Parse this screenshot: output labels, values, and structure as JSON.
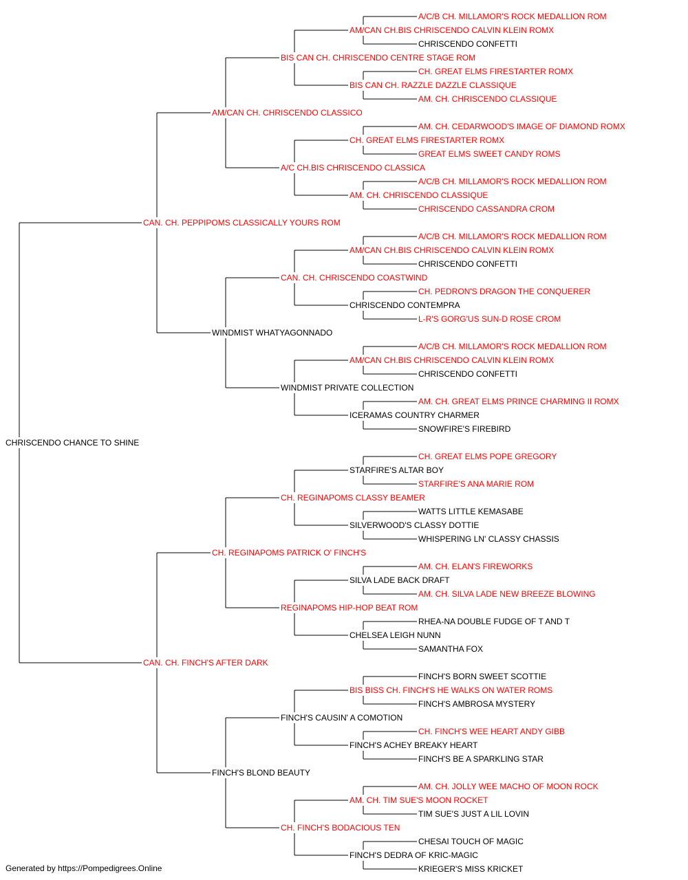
{
  "colors": {
    "champion": "#ff0000",
    "normal": "#000000",
    "line": "#000000"
  },
  "pedigree": {
    "name": "CHRISCENDO CHANCE TO SHINE",
    "ch": false,
    "sire": {
      "name": "CAN. CH. PEPPIPOMS CLASSICALLY YOURS ROM",
      "ch": true,
      "sire": {
        "name": "AM/CAN CH. CHRISCENDO CLASSICO",
        "ch": true,
        "sire": {
          "name": "BIS CAN CH. CHRISCENDO CENTRE STAGE ROM",
          "ch": true,
          "sire": {
            "name": "AM/CAN CH.BIS CHRISCENDO CALVIN KLEIN ROMX",
            "ch": true,
            "sire": {
              "name": "A/C/B CH. MILLAMOR'S ROCK MEDALLION ROM",
              "ch": true
            },
            "dam": {
              "name": "CHRISCENDO CONFETTI",
              "ch": false
            }
          },
          "dam": {
            "name": "BIS CAN CH. RAZZLE DAZZLE CLASSIQUE",
            "ch": true,
            "sire": {
              "name": "CH. GREAT ELMS FIRESTARTER ROMX",
              "ch": true
            },
            "dam": {
              "name": "AM. CH. CHRISCENDO CLASSIQUE",
              "ch": true
            }
          }
        },
        "dam": {
          "name": "A/C CH.BIS CHRISCENDO CLASSICA",
          "ch": true,
          "sire": {
            "name": "CH. GREAT ELMS FIRESTARTER ROMX",
            "ch": true,
            "sire": {
              "name": "AM. CH. CEDARWOOD'S IMAGE OF DIAMOND ROMX",
              "ch": true
            },
            "dam": {
              "name": "GREAT ELMS SWEET CANDY ROMS",
              "ch": true
            }
          },
          "dam": {
            "name": "AM. CH. CHRISCENDO CLASSIQUE",
            "ch": true,
            "sire": {
              "name": "A/C/B CH. MILLAMOR'S ROCK MEDALLION ROM",
              "ch": true
            },
            "dam": {
              "name": "CHRISCENDO CASSANDRA CROM",
              "ch": true
            }
          }
        }
      },
      "dam": {
        "name": "WINDMIST WHATYAGONNADO",
        "ch": false,
        "sire": {
          "name": "CAN. CH. CHRISCENDO COASTWIND",
          "ch": true,
          "sire": {
            "name": "AM/CAN CH.BIS CHRISCENDO CALVIN KLEIN ROMX",
            "ch": true,
            "sire": {
              "name": "A/C/B CH. MILLAMOR'S ROCK MEDALLION ROM",
              "ch": true
            },
            "dam": {
              "name": "CHRISCENDO CONFETTI",
              "ch": false
            }
          },
          "dam": {
            "name": "CHRISCENDO CONTEMPRA",
            "ch": false,
            "sire": {
              "name": "CH. PEDRON'S DRAGON THE CONQUERER",
              "ch": true
            },
            "dam": {
              "name": "L-R'S GORG'US SUN-D ROSE CROM",
              "ch": true
            }
          }
        },
        "dam": {
          "name": "WINDMIST PRIVATE COLLECTION",
          "ch": false,
          "sire": {
            "name": "AM/CAN CH.BIS CHRISCENDO CALVIN KLEIN ROMX",
            "ch": true,
            "sire": {
              "name": "A/C/B CH. MILLAMOR'S ROCK MEDALLION ROM",
              "ch": true
            },
            "dam": {
              "name": "CHRISCENDO CONFETTI",
              "ch": false
            }
          },
          "dam": {
            "name": "ICERAMAS COUNTRY CHARMER",
            "ch": false,
            "sire": {
              "name": "AM. CH. GREAT ELMS PRINCE CHARMING II ROMX",
              "ch": true
            },
            "dam": {
              "name": "SNOWFIRE'S FIREBIRD",
              "ch": false
            }
          }
        }
      }
    },
    "dam": {
      "name": "CAN. CH. FINCH'S AFTER DARK",
      "ch": true,
      "sire": {
        "name": "CH. REGINAPOMS PATRICK O' FINCH'S",
        "ch": true,
        "sire": {
          "name": "CH. REGINAPOMS CLASSY BEAMER",
          "ch": true,
          "sire": {
            "name": "STARFIRE'S ALTAR BOY",
            "ch": false,
            "sire": {
              "name": "CH. GREAT ELMS POPE GREGORY",
              "ch": true
            },
            "dam": {
              "name": "STARFIRE'S ANA MARIE ROM",
              "ch": true
            }
          },
          "dam": {
            "name": "SILVERWOOD'S CLASSY DOTTIE",
            "ch": false,
            "sire": {
              "name": "WATTS LITTLE KEMASABE",
              "ch": false
            },
            "dam": {
              "name": "WHISPERING LN' CLASSY CHASSIS",
              "ch": false
            }
          }
        },
        "dam": {
          "name": "REGINAPOMS HIP-HOP BEAT ROM",
          "ch": true,
          "sire": {
            "name": "SILVA LADE BACK DRAFT",
            "ch": false,
            "sire": {
              "name": "AM. CH. ELAN'S FIREWORKS",
              "ch": true
            },
            "dam": {
              "name": "AM. CH. SILVA LADE NEW BREEZE BLOWING",
              "ch": true
            }
          },
          "dam": {
            "name": "CHELSEA LEIGH NUNN",
            "ch": false,
            "sire": {
              "name": "RHEA-NA DOUBLE FUDGE OF T AND T",
              "ch": false
            },
            "dam": {
              "name": "SAMANTHA FOX",
              "ch": false
            }
          }
        }
      },
      "dam": {
        "name": "FINCH'S BLOND BEAUTY",
        "ch": false,
        "sire": {
          "name": "FINCH'S CAUSIN' A COMOTION",
          "ch": false,
          "sire": {
            "name": "BIS BISS CH. FINCH'S HE WALKS ON WATER ROMS",
            "ch": true,
            "sire": {
              "name": "FINCH'S BORN SWEET SCOTTIE",
              "ch": false
            },
            "dam": {
              "name": "FINCH'S AMBROSA MYSTERY",
              "ch": false
            }
          },
          "dam": {
            "name": "FINCH'S ACHEY BREAKY HEART",
            "ch": false,
            "sire": {
              "name": "CH. FINCH'S WEE HEART ANDY GIBB",
              "ch": true
            },
            "dam": {
              "name": "FINCH'S BE A SPARKLING STAR",
              "ch": false
            }
          }
        },
        "dam": {
          "name": "CH. FINCH'S BODACIOUS TEN",
          "ch": true,
          "sire": {
            "name": "AM. CH. TIM SUE'S MOON ROCKET",
            "ch": true,
            "sire": {
              "name": "AM. CH. JOLLY WEE MACHO OF MOON ROCK",
              "ch": true
            },
            "dam": {
              "name": "TIM SUE'S JUST A LIL LOVIN",
              "ch": false
            }
          },
          "dam": {
            "name": "FINCH'S DEDRA OF KRIC-MAGIC",
            "ch": false,
            "sire": {
              "name": "CHESAI TOUCH OF MAGIC",
              "ch": false
            },
            "dam": {
              "name": "KRIEGER'S MISS KRICKET",
              "ch": false
            }
          }
        }
      }
    }
  },
  "footer": "Generated by https://Pompedigrees.Online"
}
